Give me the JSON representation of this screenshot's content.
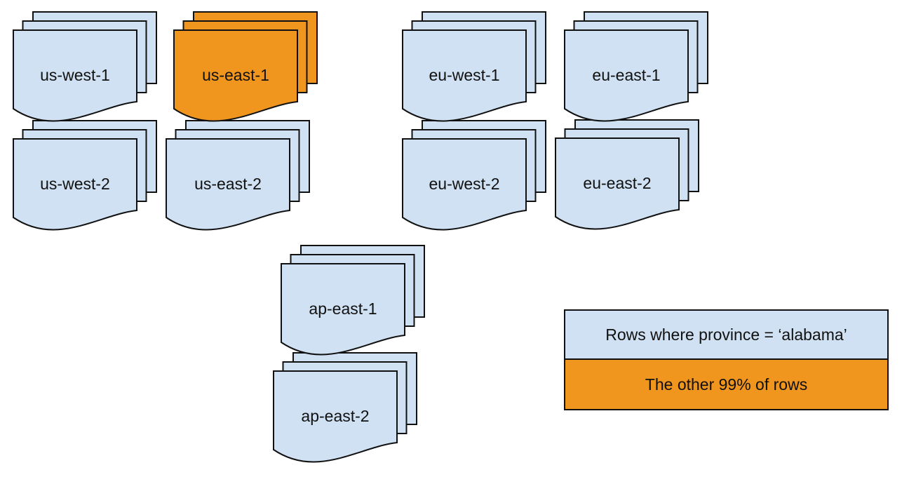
{
  "colors": {
    "document_blue": "#CFE1F2",
    "highlight_orange": "#F0951E",
    "outline": "#111111"
  },
  "stacks": [
    {
      "id": "us-west-1",
      "label": "us-west-1",
      "fill": "#CFE1F2"
    },
    {
      "id": "us-east-1",
      "label": "us-east-1",
      "fill": "#F0951E"
    },
    {
      "id": "eu-west-1",
      "label": "eu-west-1",
      "fill": "#CFE1F2"
    },
    {
      "id": "eu-east-1",
      "label": "eu-east-1",
      "fill": "#CFE1F2"
    },
    {
      "id": "us-west-2",
      "label": "us-west-2",
      "fill": "#CFE1F2"
    },
    {
      "id": "us-east-2",
      "label": "us-east-2",
      "fill": "#CFE1F2"
    },
    {
      "id": "eu-west-2",
      "label": "eu-west-2",
      "fill": "#CFE1F2"
    },
    {
      "id": "eu-east-2",
      "label": "eu-east-2",
      "fill": "#CFE1F2"
    },
    {
      "id": "ap-east-1",
      "label": "ap-east-1",
      "fill": "#CFE1F2"
    },
    {
      "id": "ap-east-2",
      "label": "ap-east-2",
      "fill": "#CFE1F2"
    }
  ],
  "legend": {
    "rows": [
      {
        "label": "Rows where province = ‘alabama’",
        "fill": "#CFE1F2"
      },
      {
        "label": "The other 99% of rows",
        "fill": "#F0951E"
      }
    ]
  }
}
